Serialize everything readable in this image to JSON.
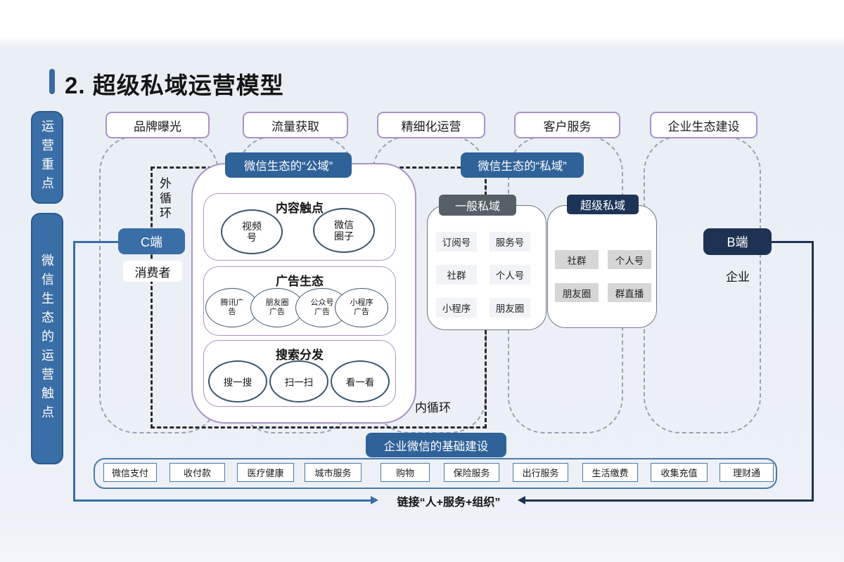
{
  "title": "2. 超级私域运营模型",
  "sidebar": {
    "items": [
      {
        "label": "运营重点"
      },
      {
        "label": "微信生态的运营触点"
      }
    ]
  },
  "headers": [
    {
      "label": "品牌曝光"
    },
    {
      "label": "流量获取"
    },
    {
      "label": "精细化运营"
    },
    {
      "label": "客户服务"
    },
    {
      "label": "企业生态建设"
    }
  ],
  "badges": {
    "public_domain": "微信生态的“公域”",
    "private_domain": "微信生态的“私域”",
    "general_private": "一般私域",
    "super_private": "超级私域",
    "c_side": "C端",
    "b_side": "B端",
    "infrastructure": "企业微信的基础建设"
  },
  "labels": {
    "outer_loop": "外循环",
    "inner_loop": "内循环",
    "consumer": "消费者",
    "enterprise": "企业",
    "link_arrow": "链接“人+服务+组织”"
  },
  "public_domain": {
    "sections": [
      {
        "title": "内容触点",
        "items": [
          "视频号",
          "微信圈子"
        ]
      },
      {
        "title": "广告生态",
        "items": [
          "腾讯广告",
          "朋友圈广告",
          "公众号广告",
          "小程序广告"
        ]
      },
      {
        "title": "搜索分发",
        "items": [
          "搜一搜",
          "扫一扫",
          "看一看"
        ]
      }
    ]
  },
  "general_private": {
    "items": [
      "订阅号",
      "服务号",
      "社群",
      "个人号",
      "小程序",
      "朋友圈"
    ]
  },
  "super_private": {
    "items": [
      "社群",
      "个人号",
      "朋友圈",
      "群直播"
    ]
  },
  "infrastructure": {
    "items": [
      "微信支付",
      "收付款",
      "医疗健康",
      "城市服务",
      "购物",
      "保险服务",
      "出行服务",
      "生活缴费",
      "收集充值",
      "理财通"
    ]
  },
  "colors": {
    "steel_blue": "#3a6ea6",
    "badge_blue": "#2f6299",
    "dark_navy": "#1e3354",
    "dark_gray": "#575f66",
    "purple_border": "#ab92c6",
    "ellipse_border": "#3d5570",
    "infra_border": "#4a7aa8",
    "background": "#edf1f7"
  }
}
